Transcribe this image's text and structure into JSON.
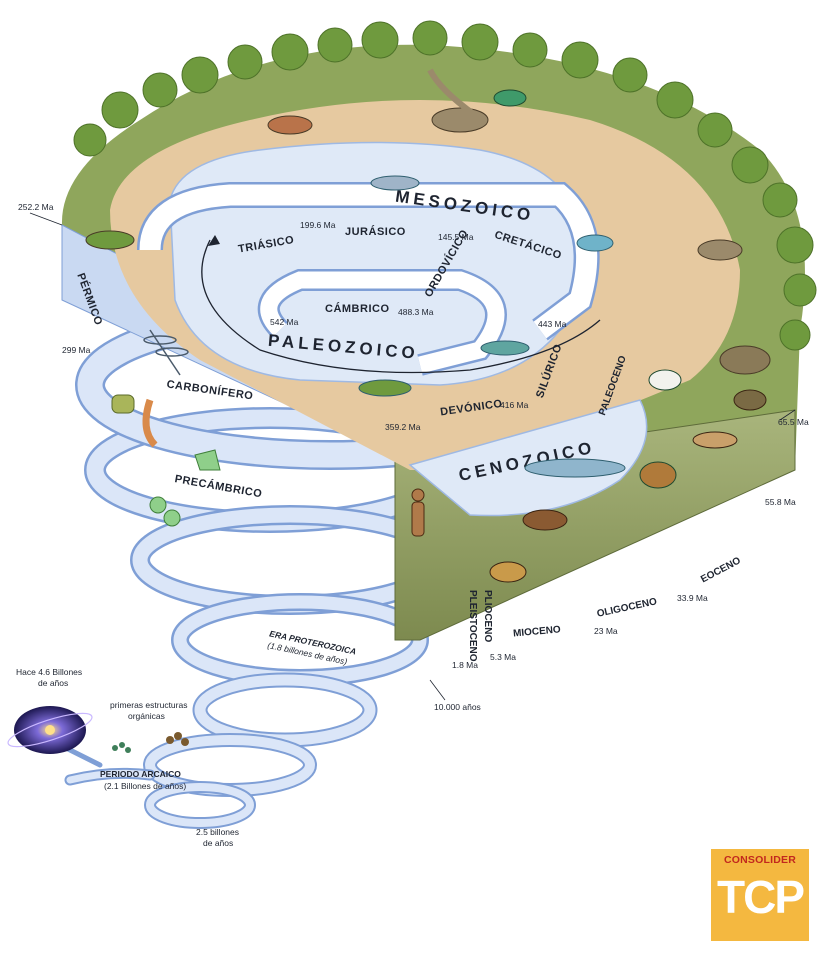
{
  "eras": {
    "mesozoico": "MESOZOICO",
    "paleozoico": "PALEOZOICO",
    "cenozoico": "CENOZOICO"
  },
  "periods": {
    "triasico": "TRIÁSICO",
    "jurasico": "JURÁSICO",
    "cretacico": "CRETÁCICO",
    "cambrico": "CÁMBRICO",
    "ordovicico": "ORDOVÍCICO",
    "silurico": "SILÚRICO",
    "devonico": "DEVÓNICO",
    "carbonifero": "CARBONÍFERO",
    "permico": "PÉRMICO",
    "precambrico": "PRECÁMBRICO"
  },
  "epochs": {
    "paleoceno": "PALEOCENO",
    "eoceno": "EOCENO",
    "oligoceno": "OLIGOCENO",
    "mioceno": "MIOCENO",
    "plioceno": "PLIOCENO",
    "pleistoceno": "PLEISTOCENO"
  },
  "ages": {
    "a252": "252.2 Ma",
    "a199": "199.6 Ma",
    "a145": "145.5 Ma",
    "a542": "542 Ma",
    "a488": "488.3 Ma",
    "a443": "443 Ma",
    "a299": "299 Ma",
    "a416": "416 Ma",
    "a359": "359.2 Ma",
    "a65": "65.5 Ma",
    "a55": "55.8 Ma",
    "a33": "33.9 Ma",
    "a23": "23 Ma",
    "a5": "5.3 Ma",
    "a1": "1.8 Ma",
    "a10k": "10.000 años"
  },
  "annotations": {
    "proterozoica_title": "ERA PROTEROZOICA",
    "proterozoica_sub": "(1.8 billones de años)",
    "origin_line1": "Hace 4.6 Billones",
    "origin_line2": "de años",
    "organic_line1": "primeras estructuras",
    "organic_line2": "orgánicas",
    "arcaico_title": "PERIODO ARCAICO",
    "arcaico_sub": "(2.1 Billones de años)",
    "b25_line1": "2.5 billones",
    "b25_line2": "de años"
  },
  "logo": {
    "name": "CONSOLIDER",
    "mark": "TCP"
  },
  "colors": {
    "spiral_blue": "#c9d9f2",
    "spiral_edge": "#7f9fd6",
    "ground": "#e6c9a0",
    "grass": "#8fa65c",
    "trees": "#6f9a3e",
    "water": "#dfe9f7",
    "rim": "#a9b57c",
    "logo_bg": "#f4b840",
    "logo_red": "#c2281e"
  },
  "icons": [
    "galaxy-icon",
    "dinosaur-icon",
    "fish-icon",
    "bird-icon",
    "horse-icon",
    "human-icon",
    "dragonfly-icon",
    "tree-icon"
  ]
}
